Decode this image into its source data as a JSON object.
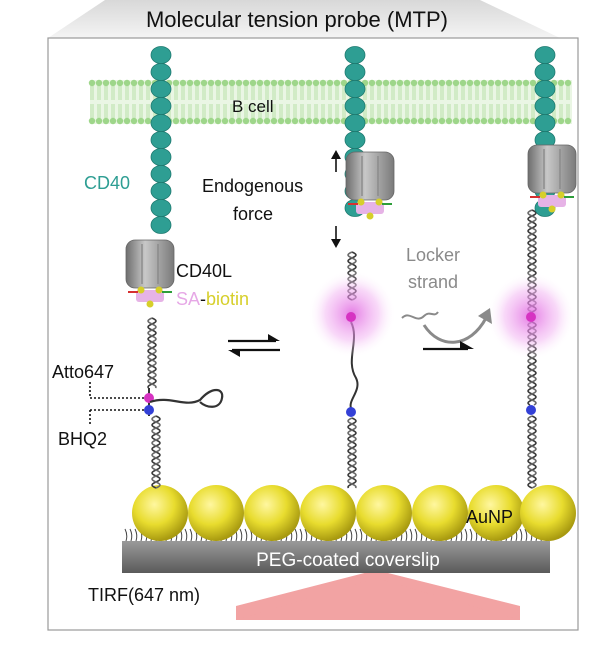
{
  "header": {
    "title": "Molecular tension probe (MTP)"
  },
  "labels": {
    "b_cell": "B cell",
    "cd40": "CD40",
    "endogenous_1": "Endogenous",
    "endogenous_2": "force",
    "locker_1": "Locker",
    "locker_2": "strand",
    "cd40l": "CD40L",
    "sa": "SA",
    "dash": "-",
    "biotin": "biotin",
    "atto647": "Atto647",
    "bhq2": "BHQ2",
    "aunp": "AuNP",
    "coverslip": "PEG-coated coverslip",
    "tirf": "TIRF(647 nm)"
  },
  "colors": {
    "header_bg": "#e6e6e6",
    "membrane": "#9ed68a",
    "cd40_teal": "#2e9e93",
    "protein_gray": "#9a9a9a",
    "sa_pink": "#e6b3e6",
    "biotin_yellow": "#d6cf2a",
    "atto_magenta": "#d633c2",
    "bhq_blue": "#3340d6",
    "glow": "#e68ce6",
    "gold": "#e6dc3a",
    "coverslip": "#7a7a7a",
    "tirf_beam": "#f0a0a0",
    "locker_gray": "#8a8a8a"
  }
}
